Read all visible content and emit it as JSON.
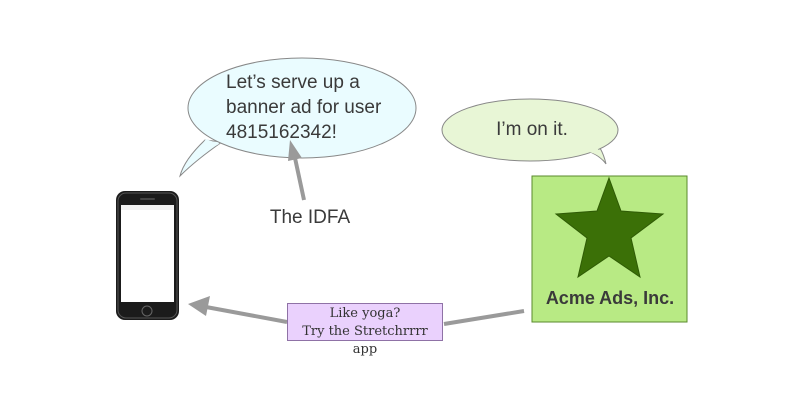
{
  "phone_speech": {
    "lines": [
      "Let’s serve up a",
      "banner ad for user",
      "4815162342!"
    ]
  },
  "ads_speech": {
    "text": "I’m on it."
  },
  "idfa_label": "The IDFA",
  "company": {
    "name": "Acme Ads, Inc."
  },
  "ad_banner": {
    "line1": "Like yoga?",
    "line2": "Try the Stretchrrrr app"
  },
  "colors": {
    "phone_bubble_fill": "#eafcff",
    "ads_bubble_fill": "#e8f6d6",
    "company_box_fill": "#b8ea84",
    "company_box_border": "#5a8a2c",
    "star_fill": "#3b7007",
    "ad_box_fill": "#ead1fd",
    "arrow": "#9a9a9a",
    "phone_body": "#1b1b1b"
  }
}
